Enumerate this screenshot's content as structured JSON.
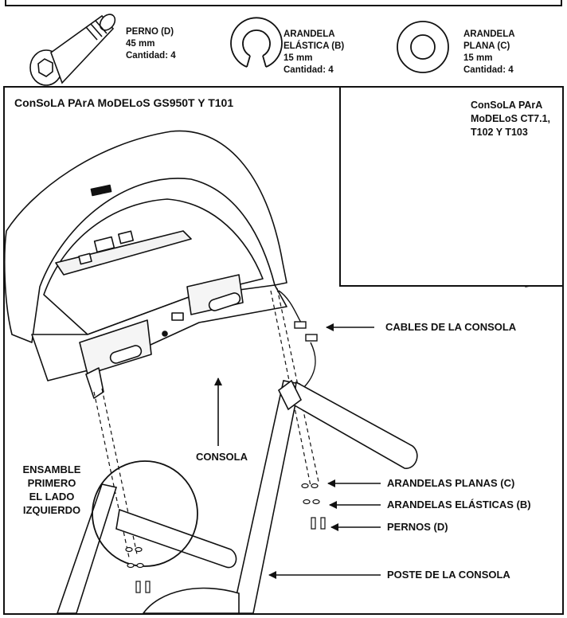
{
  "parts": {
    "bolt": {
      "name": "PERNO (D)",
      "size": "45 mm",
      "qty": "Cantidad: 4"
    },
    "spring_washer": {
      "name_line1": "ARANDELA",
      "name_line2": "ELÁSTICA (B)",
      "size": "15 mm",
      "qty": "Cantidad: 4"
    },
    "flat_washer": {
      "name_line1": "ARANDELA",
      "name_line2": "PLANA (C)",
      "size": "15 mm",
      "qty": "Cantidad: 4"
    }
  },
  "main_title": "ConSoLA PArA MoDELoS GS950T Y T101",
  "inset_title": {
    "line1": "ConSoLA PArA",
    "line2": "MoDELoS CT7.1,",
    "line3": "T102 Y T103"
  },
  "callouts": {
    "console_cables": "CABLES DE LA CONSOLA",
    "console": "CONSOLA",
    "flat_washers": "ARANDELAS PLANAS (C)",
    "spring_washers": "ARANDELAS ELÁSTICAS (B)",
    "bolts": "PERNOS (D)",
    "console_post": "POSTE DE LA CONSOLA"
  },
  "note": {
    "line1": "ENSAMBLE",
    "line2": "PRIMERO",
    "line3": "EL LADO",
    "line4": "IZQUIERDO"
  }
}
